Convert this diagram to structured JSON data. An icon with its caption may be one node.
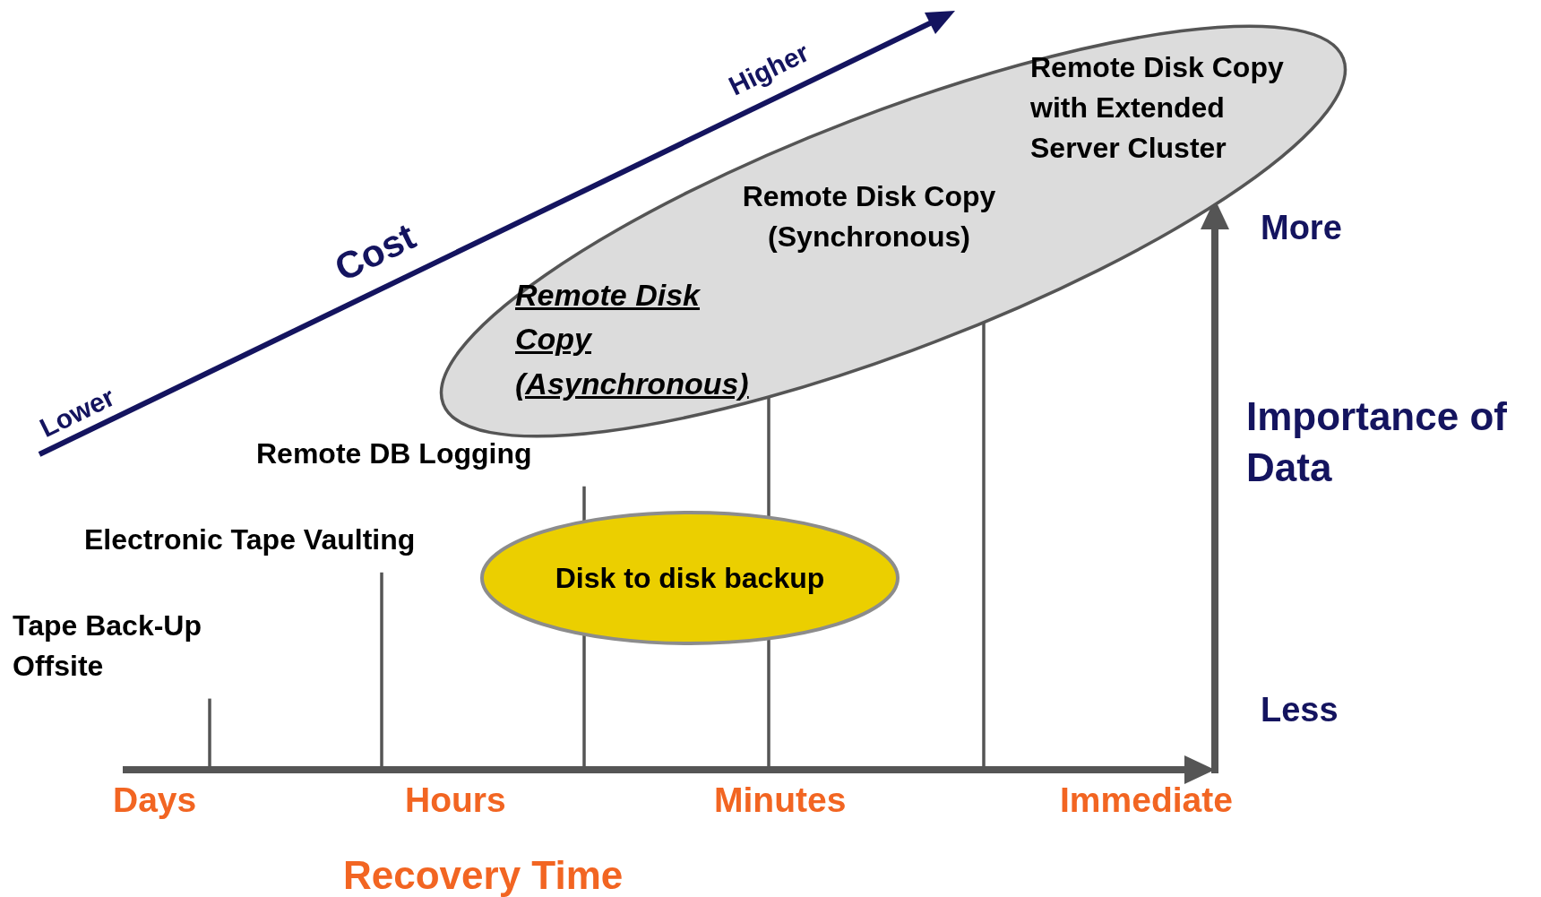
{
  "diagram": {
    "nodes": [
      {
        "text": [],
        "shape": "ellipse"
      },
      {
        "text": [
          "Remote Disk Copy with Extended Server Cluster"
        ],
        "in": 0
      },
      {
        "text": [
          "Remote Disk Copy (Synchronous)"
        ],
        "in": 0
      },
      {
        "text": [
          "Remote Disk Copy (Asynchronous)"
        ],
        "in": 0
      },
      {
        "text": [
          "Remote DB Logging"
        ]
      },
      {
        "text": [
          "Electronic Tape Vaulting"
        ]
      },
      {
        "text": [
          "Disk to disk backup"
        ]
      },
      {
        "text": [
          "Tape Back-Up Offsite"
        ]
      }
    ],
    "edges": [
      {
        "from": 7,
        "to": null,
        "arrow": "none"
      },
      {
        "from": 5,
        "to": null,
        "arrow": "none"
      },
      {
        "from": 4,
        "to": null,
        "arrow": "none"
      },
      {
        "from": 0,
        "to": null,
        "arrow": "none"
      },
      {
        "from": 0,
        "to": null,
        "arrow": "none"
      }
    ],
    "labels": [
      "Higher",
      "Cost",
      "Lower",
      "More",
      "Importance of Data",
      "Less",
      "Days",
      "Hours",
      "Minutes",
      "Immediate",
      "Recovery Time"
    ]
  }
}
